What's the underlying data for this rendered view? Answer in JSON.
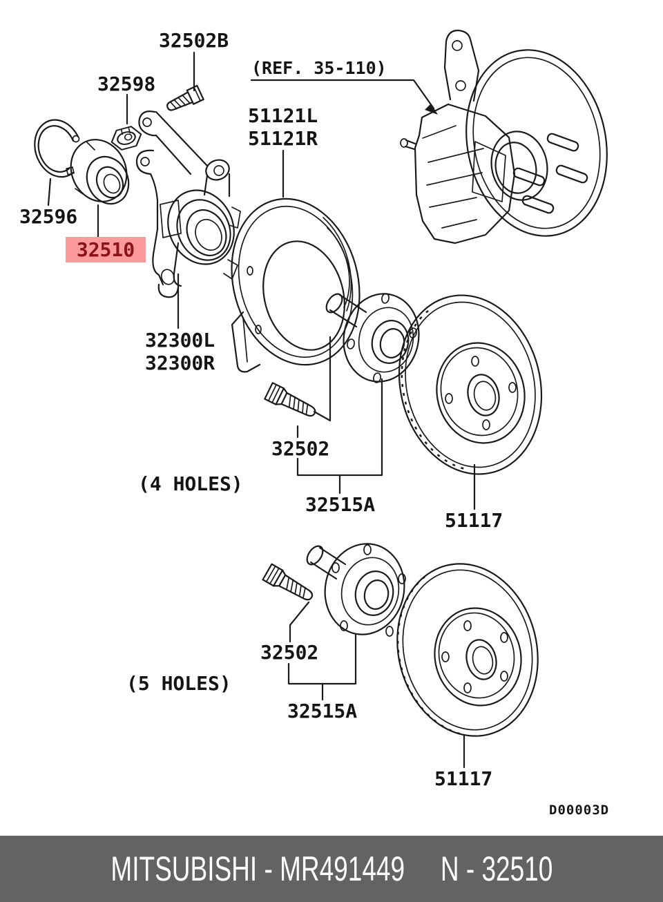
{
  "diagram": {
    "ref_note": "(REF. 35-110)",
    "drawing_code": "D00003D",
    "labels": {
      "bolt_upper": "32502B",
      "nut": "32598",
      "snap_ring": "32596",
      "bearing": "32510",
      "shield_left": "51121L",
      "shield_right": "51121R",
      "knuckle_left": "32300L",
      "knuckle_right": "32300R",
      "stud_4h": "32502",
      "holes_4": "(4 HOLES)",
      "hub_4h": "32515A",
      "rotor_4h": "51117",
      "stud_5h": "32502",
      "holes_5": "(5 HOLES)",
      "hub_5h": "32515A",
      "rotor_5h": "51117"
    },
    "highlight": {
      "bg": "#FB9A9A",
      "text_color": "#8B1313"
    }
  },
  "footer": {
    "left": "MITSUBISHI - MR491449",
    "right": "N - 32510",
    "bg": "#636363"
  }
}
